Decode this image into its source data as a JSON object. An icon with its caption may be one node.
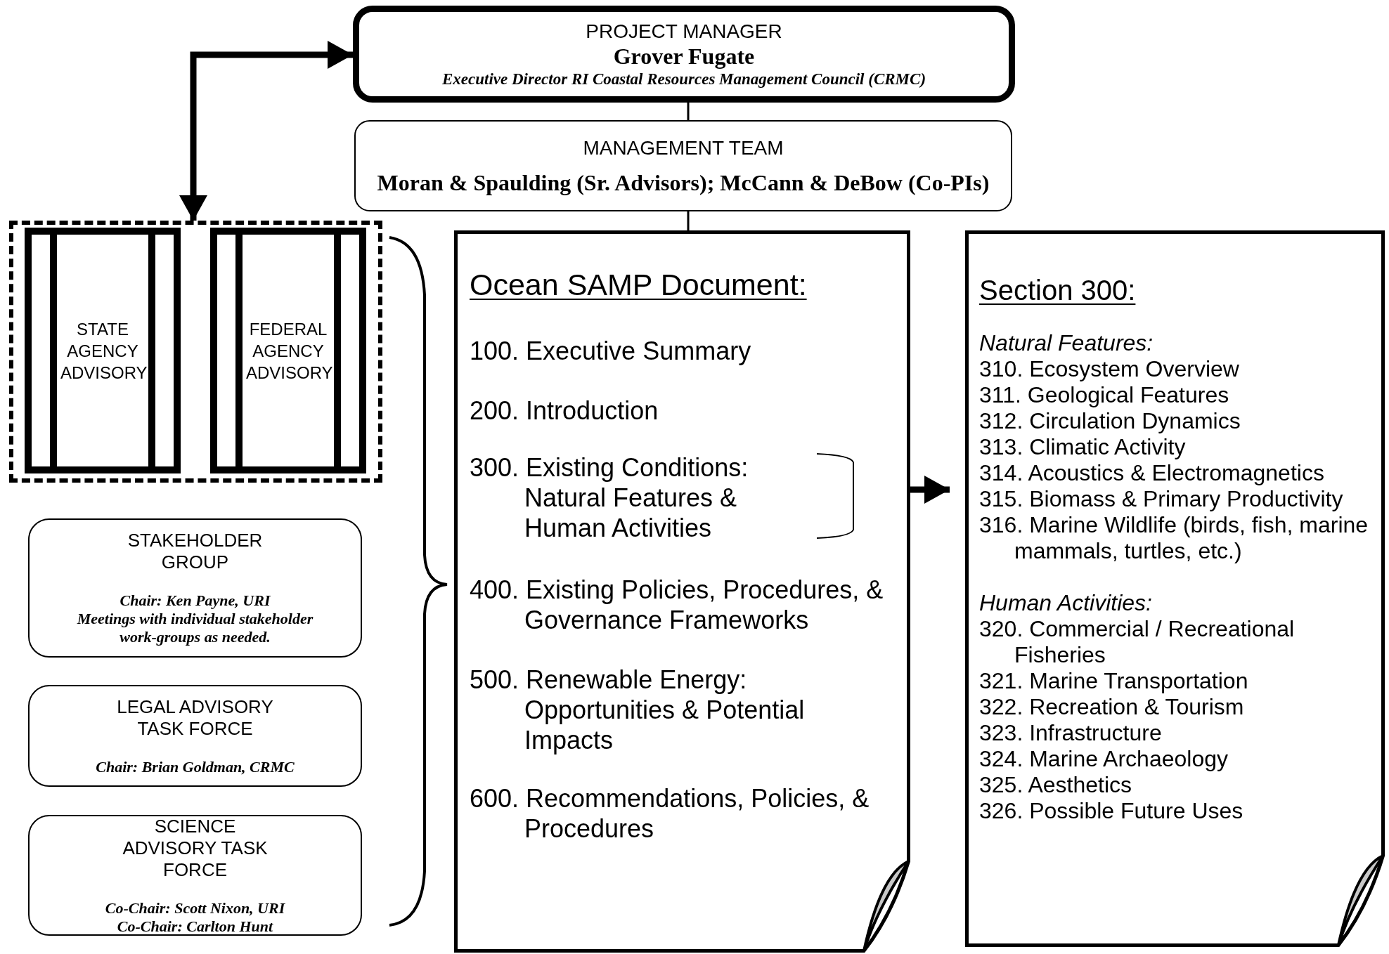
{
  "diagram": {
    "nodes": [
      {
        "text": [
          "PROJECT MANAGER",
          "Grover Fugate",
          "Executive Director RI Coastal Resources Management Council (CRMC)"
        ]
      },
      {
        "text": [
          "MANAGEMENT TEAM",
          "Moran & Spaulding (Sr. Advisors); McCann & DeBow (Co-PIs)"
        ]
      },
      {
        "text": [],
        "shape": "box"
      },
      {
        "text": [
          "STATE AGENCY ADVISORY"
        ],
        "in": 2
      },
      {
        "text": [
          "FEDERAL AGENCY ADVISORY"
        ],
        "in": 2
      },
      {
        "text": [
          "STAKEHOLDER GROUP",
          "Chair: Ken Payne, URI",
          "Meetings with individual stakeholder work-groups as needed."
        ]
      },
      {
        "text": [
          "LEGAL ADVISORY TASK FORCE",
          "Chair: Brian Goldman, CRMC"
        ]
      },
      {
        "text": [
          "SCIENCE ADVISORY TASK FORCE",
          "Co-Chair: Scott Nixon, URI",
          "Co-Chair: Carlton Hunt"
        ]
      },
      {
        "text": [
          "Ocean SAMP Document:",
          "100. Executive Summary",
          "200. Introduction",
          "400. Existing Policies, Procedures, & Governance Frameworks",
          "500. Renewable Energy: Opportunities & Potential Impacts",
          "600. Recommendations, Policies, & Procedures"
        ]
      },
      {
        "text": [
          "300. Existing Conditions: Natural Features & Human Activities"
        ],
        "in": 8
      },
      {
        "text": [
          "Section 300:",
          "Natural Features:",
          "310. Ecosystem Overview",
          "311. Geological Features",
          "312. Circulation Dynamics",
          "313. Climatic Activity",
          "314. Acoustics & Electromagnetics",
          "315. Biomass & Primary Productivity",
          "316. Marine Wildlife (birds, fish, marine mammals, turtles, etc.)",
          "Human Activities:",
          "320. Commercial / Recreational Fisheries",
          "321. Marine Transportation",
          "322. Recreation & Tourism",
          "323. Infrastructure",
          "324. Marine Archaeology",
          "325. Aesthetics",
          "326. Possible Future Uses"
        ]
      }
    ],
    "edges": [
      {
        "from": 0,
        "to": 2,
        "arrow": "both",
        "style": "thick"
      },
      {
        "from": 0,
        "to": 1,
        "arrow": "none"
      },
      {
        "from": 1,
        "to": 8,
        "arrow": "none"
      },
      {
        "from": 9,
        "to": 10,
        "arrow": "to",
        "style": "thick"
      }
    ]
  }
}
